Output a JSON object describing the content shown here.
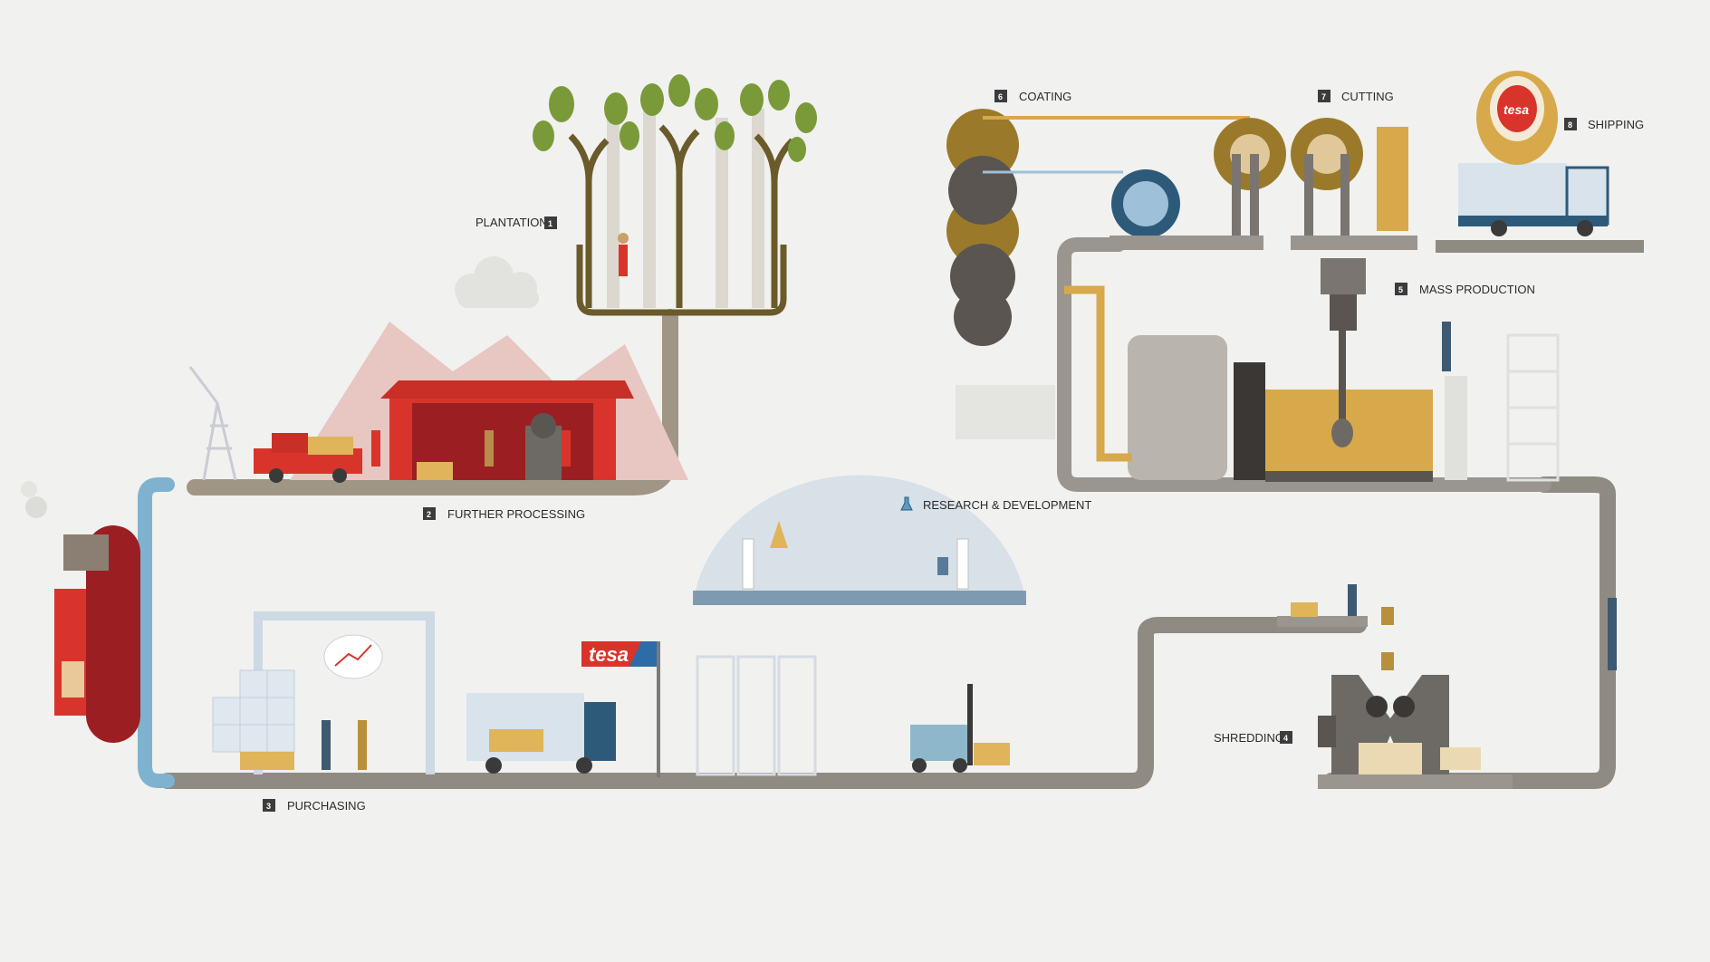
{
  "colors": {
    "background": "#f1f1ef",
    "road": "#8f8a82",
    "water": "#7fb2cf",
    "red": "#d9342b",
    "darkred": "#9b1f22",
    "olive": "#6b7a2a",
    "gold": "#d8a94a",
    "blue_truck": "#2e5a7a",
    "numbox": "#3c3c3c"
  },
  "steps": [
    {
      "id": "plantation",
      "number": "1",
      "label": "PLANTATION"
    },
    {
      "id": "further-processing",
      "number": "2",
      "label": "FURTHER PROCESSING"
    },
    {
      "id": "purchasing",
      "number": "3",
      "label": "PURCHASING"
    },
    {
      "id": "shredding",
      "number": "4",
      "label": "SHREDDING"
    },
    {
      "id": "mass-production",
      "number": "5",
      "label": "MASS PRODUCTION"
    },
    {
      "id": "coating",
      "number": "6",
      "label": "COATING"
    },
    {
      "id": "cutting",
      "number": "7",
      "label": "CUTTING"
    },
    {
      "id": "shipping",
      "number": "8",
      "label": "SHIPPING"
    }
  ],
  "rnd": {
    "label": "RESEARCH & DEVELOPMENT",
    "icon": "flask-icon"
  },
  "brand": {
    "logo_text": "tesa",
    "roll_text": "tesa"
  }
}
